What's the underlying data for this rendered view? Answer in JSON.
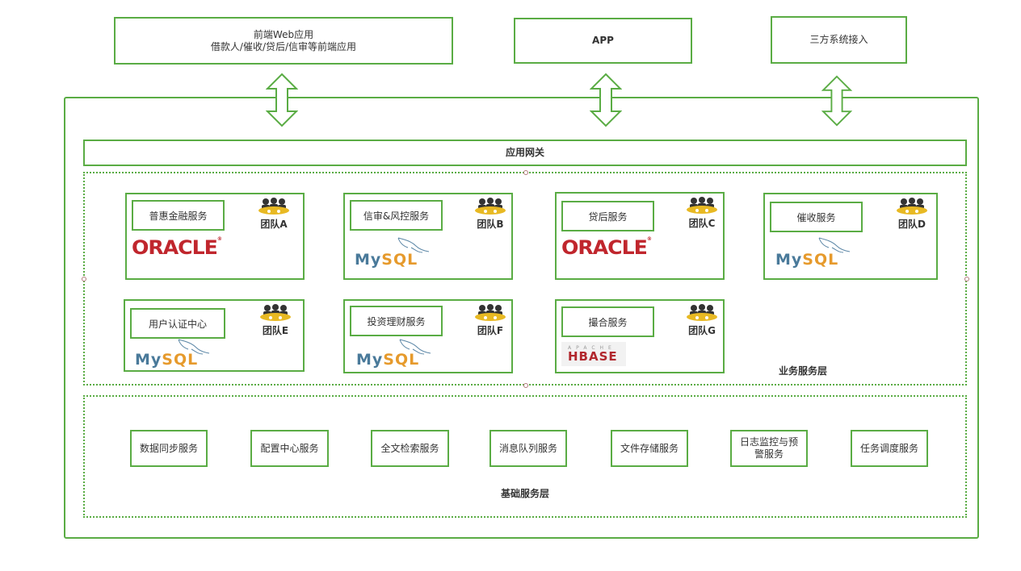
{
  "top": {
    "web": {
      "line1": "前端Web应用",
      "line2": "借款人/催收/贷后/信审等前端应用"
    },
    "app": {
      "label": "APP"
    },
    "third_party": {
      "label": "三方系统接入"
    }
  },
  "gateway": {
    "label": "应用网关"
  },
  "business_layer": {
    "label": "业务服务层",
    "services": [
      {
        "name": "普惠金融服务",
        "team": "团队A",
        "db": "ORACLE"
      },
      {
        "name": "信审&风控服务",
        "team": "团队B",
        "db": "MySQL"
      },
      {
        "name": "贷后服务",
        "team": "团队C",
        "db": "ORACLE"
      },
      {
        "name": "催收服务",
        "team": "团队D",
        "db": "MySQL"
      },
      {
        "name": "用户认证中心",
        "team": "团队E",
        "db": "MySQL"
      },
      {
        "name": "投资理财服务",
        "team": "团队F",
        "db": "MySQL"
      },
      {
        "name": "撮合服务",
        "team": "团队G",
        "db": "HBASE"
      }
    ]
  },
  "base_layer": {
    "label": "基础服务层",
    "services": [
      "数据同步服务",
      "配置中心服务",
      "全文检索服务",
      "消息队列服务",
      "文件存储服务",
      "日志监控与预警服务",
      "任务调度服务"
    ]
  },
  "logos": {
    "oracle": "ORACLE",
    "mysql_my": "My",
    "mysql_sql": "SQL",
    "hbase_top": "APACHE",
    "hbase_main": "HBASE"
  },
  "colors": {
    "border": "#5aac44",
    "oracle": "#c0262d",
    "mysql_blue": "#4a7a9a",
    "mysql_orange": "#e69a2c",
    "team_icon": "#e8b923"
  }
}
